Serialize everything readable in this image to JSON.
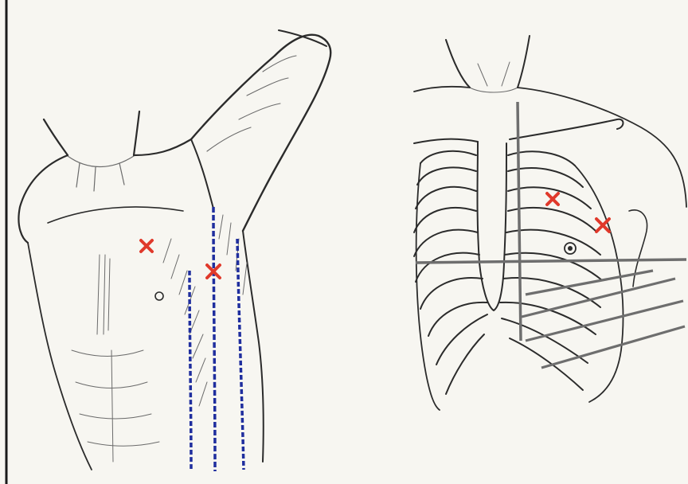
{
  "figure": {
    "left_panel": "torso-arm-raised",
    "right_panel": "rib-cage",
    "colors": {
      "marker": "#e0392b",
      "guide_lines": "#1f2e9e",
      "ink": "#2b2b2b",
      "overlay_lines": "#6e6e6e",
      "paper": "#f7f6f1"
    },
    "markers": {
      "left_panel": 2,
      "right_panel": 2,
      "symbol": "x"
    }
  }
}
